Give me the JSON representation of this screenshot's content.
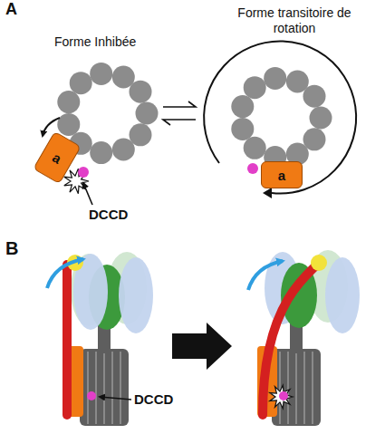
{
  "diagram": {
    "nodes": [
      {
        "text": [
          "a"
        ]
      },
      {
        "text": [
          "a"
        ]
      }
    ],
    "labels": [
      "A",
      "Forme Inhibée",
      "Forme transitoire de rotation",
      "DCCD",
      "B",
      "DCCD"
    ]
  }
}
